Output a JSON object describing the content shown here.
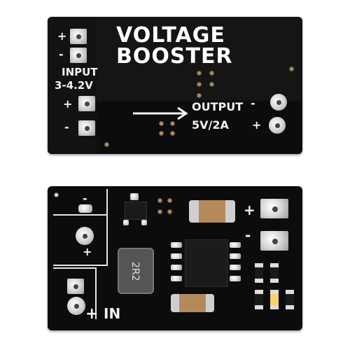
{
  "top_board": {
    "title_line1": "VOLTAGE",
    "title_line2": "BOOSTER",
    "input_label": "INPUT",
    "input_range": "3-4.2V",
    "output_label": "OUTPUT",
    "output_rating": "5V/2A",
    "plus": "+",
    "minus": "-"
  },
  "bottom_board": {
    "in_label": "IN",
    "inductor_marking": "2R2",
    "plus": "+",
    "minus": "-"
  },
  "colors": {
    "pcb": "#0c0c0c",
    "silkscreen": "#f2f2f2",
    "pad": "#d9d9d9",
    "capacitor": "#b58a5a"
  }
}
